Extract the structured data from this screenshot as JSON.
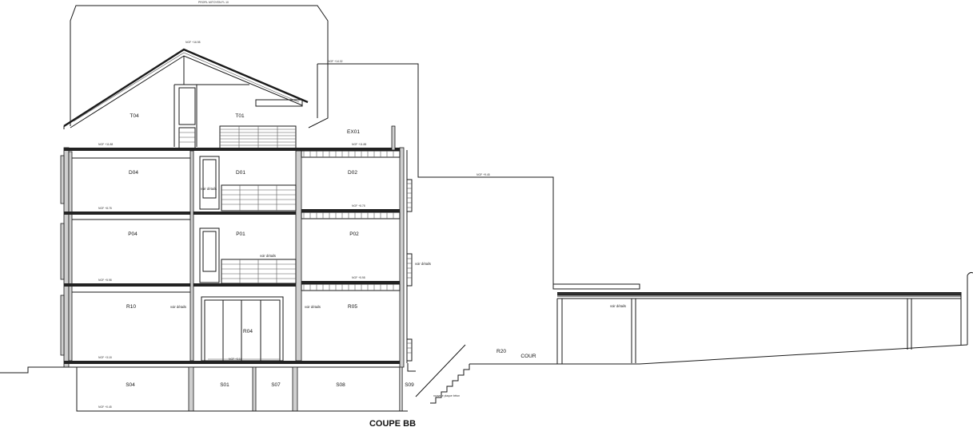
{
  "drawing": {
    "title": "COUPE BB",
    "top_caption": "PROFIL MITOYEN FL 10"
  },
  "rooms": [
    {
      "id": "T04",
      "label": "T04"
    },
    {
      "id": "T01",
      "label": "T01"
    },
    {
      "id": "EX01",
      "label": "EX01"
    },
    {
      "id": "D04",
      "label": "D04"
    },
    {
      "id": "D01",
      "label": "D01"
    },
    {
      "id": "D02",
      "label": "D02"
    },
    {
      "id": "P04",
      "label": "P04"
    },
    {
      "id": "P01",
      "label": "P01"
    },
    {
      "id": "P02",
      "label": "P02"
    },
    {
      "id": "R10",
      "label": "R10"
    },
    {
      "id": "R04",
      "label": "R04"
    },
    {
      "id": "R05",
      "label": "R05"
    },
    {
      "id": "R20",
      "label": "R20"
    },
    {
      "id": "COUR",
      "label": "COUR"
    },
    {
      "id": "S04",
      "label": "S04"
    },
    {
      "id": "S01",
      "label": "S01"
    },
    {
      "id": "S07",
      "label": "S07"
    },
    {
      "id": "S08",
      "label": "S08"
    },
    {
      "id": "S09",
      "label": "S09"
    }
  ],
  "levels": [
    {
      "id": "ridge",
      "label": "NGF +16.98"
    },
    {
      "id": "mitoyen",
      "label": "NGF +14.32"
    },
    {
      "id": "combles",
      "label": "NGF +11.88"
    },
    {
      "id": "terrasse",
      "label": "NGF +11.88"
    },
    {
      "id": "r2",
      "label": "NGF +8.78"
    },
    {
      "id": "r2b",
      "label": "NGF +8.78"
    },
    {
      "id": "r1",
      "label": "NGF +5.98"
    },
    {
      "id": "r1b",
      "label": "NGF +5.98"
    },
    {
      "id": "rdc",
      "label": "NGF +3.18"
    },
    {
      "id": "rdcb",
      "label": "NGF +3.18"
    },
    {
      "id": "ss",
      "label": "NGF +0.45"
    },
    {
      "id": "voisin",
      "label": "NGF +9.45"
    }
  ],
  "notes": [
    {
      "id": "d01-voir",
      "label": "voir détails"
    },
    {
      "id": "p01-voir",
      "label": "voir détails"
    },
    {
      "id": "p02-voir",
      "label": "voir détails"
    },
    {
      "id": "r10-voir",
      "label": "voir détails"
    },
    {
      "id": "r05-voir",
      "label": "voir détails"
    },
    {
      "id": "cour-voir",
      "label": "voir détails"
    },
    {
      "id": "stair-note",
      "label": "nouvelle plaque béton"
    }
  ]
}
